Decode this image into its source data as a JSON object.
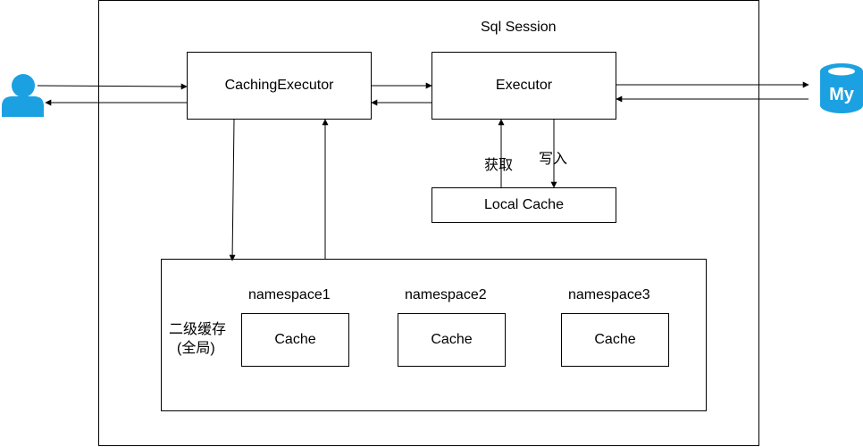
{
  "diagram": {
    "session_label": "Sql Session",
    "caching_executor": "CachingExecutor",
    "executor": "Executor",
    "local_cache": "Local Cache",
    "fetch_label": "获取",
    "write_label": "写入",
    "second_level_label_line1": "二级缓存",
    "second_level_label_line2": "(全局)",
    "namespaces": [
      {
        "name": "namespace1",
        "cache": "Cache"
      },
      {
        "name": "namespace2",
        "cache": "Cache"
      },
      {
        "name": "namespace3",
        "cache": "Cache"
      }
    ],
    "db_icon_text": "My",
    "colors": {
      "icon": "#1ba1e2",
      "line": "#000000"
    }
  }
}
